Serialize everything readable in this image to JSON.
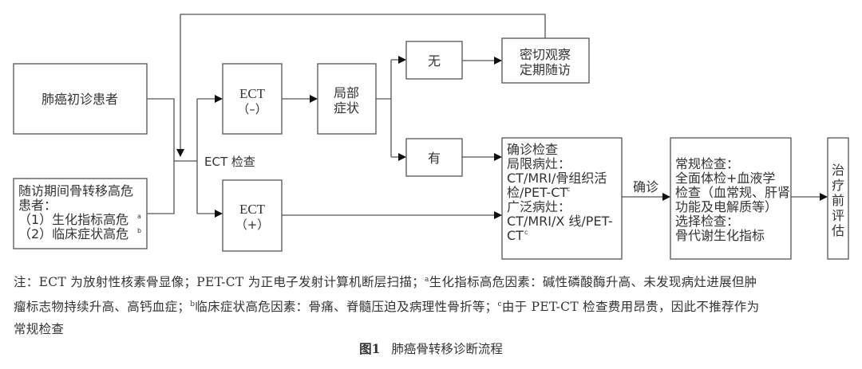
{
  "diagram": {
    "title": "图1 肺癌骨转移诊断流程",
    "nodes": {
      "initial_patient": {
        "lines": [
          "肺癌初诊患者"
        ]
      },
      "followup_high_risk": {
        "lines": [
          "随访期间骨转移高危",
          "患者：",
          "（1）生化指标高危",
          "（2）临床症状高危"
        ],
        "superscripts": [
          "a",
          "b"
        ]
      },
      "ect_label": {
        "text": "ECT 检查"
      },
      "ect_negative": {
        "lines": [
          "ECT",
          "（–）"
        ]
      },
      "ect_positive": {
        "lines": [
          "ECT",
          "（+）"
        ]
      },
      "local_symptoms": {
        "lines": [
          "局部",
          "症状"
        ]
      },
      "none": {
        "lines": [
          "无"
        ]
      },
      "yes": {
        "lines": [
          "有"
        ]
      },
      "observe_followup": {
        "lines": [
          "密切观察",
          "定期随访"
        ]
      },
      "confirm_exam": {
        "lines": [
          "确诊检查",
          "局限病灶：",
          "CT/MRI/骨组织活",
          "检/PET-CT",
          "广泛病灶：",
          "CT/MRI/X 线/PET-",
          "CT"
        ],
        "superscripts": [
          "c",
          "c"
        ]
      },
      "confirm_label": {
        "text": "确诊"
      },
      "routine_exam": {
        "lines": [
          "常规检查：",
          "全面体检+血液学",
          "检查（血常规、肝肾",
          "功能及电解质等）",
          "选择检查：",
          "骨代谢生化指标"
        ]
      },
      "pretreatment": {
        "lines": [
          "治",
          "疗",
          "前",
          "评",
          "估"
        ]
      }
    },
    "edges": [
      {
        "from": "initial_patient",
        "to": "ect_label"
      },
      {
        "from": "followup_high_risk",
        "to": "ect_label"
      },
      {
        "from": "observe_followup",
        "to": "ect_label",
        "note": "loop back"
      },
      {
        "from": "ect_label",
        "to": "ect_negative"
      },
      {
        "from": "ect_label",
        "to": "ect_positive"
      },
      {
        "from": "ect_negative",
        "to": "local_symptoms"
      },
      {
        "from": "local_symptoms",
        "to": "none"
      },
      {
        "from": "local_symptoms",
        "to": "yes"
      },
      {
        "from": "none",
        "to": "observe_followup"
      },
      {
        "from": "yes",
        "to": "confirm_exam"
      },
      {
        "from": "ect_positive",
        "to": "confirm_exam"
      },
      {
        "from": "confirm_exam",
        "to": "routine_exam",
        "label": "确诊"
      },
      {
        "from": "routine_exam",
        "to": "pretreatment"
      }
    ]
  },
  "notes": {
    "line1_a": "注：ECT 为放射性核素骨显像；PET-CT 为正电子发射计算机断层扫描；",
    "sup_a": "a",
    "line1_b": "生化指标高危因素：碱性磷酸酶升高、未发现病灶进展但肿",
    "line2_a": "瘤标志物持续升高、高钙血症；",
    "sup_b": "b",
    "line2_b": "临床症状高危因素：骨痛、脊髓压迫及病理性骨折等；",
    "sup_c": "c",
    "line2_c": "由于 PET-CT 检查费用昂贵，因此不推荐作为",
    "line3": "常规检查"
  },
  "caption": {
    "label": "图1",
    "text": "肺癌骨转移诊断流程"
  }
}
